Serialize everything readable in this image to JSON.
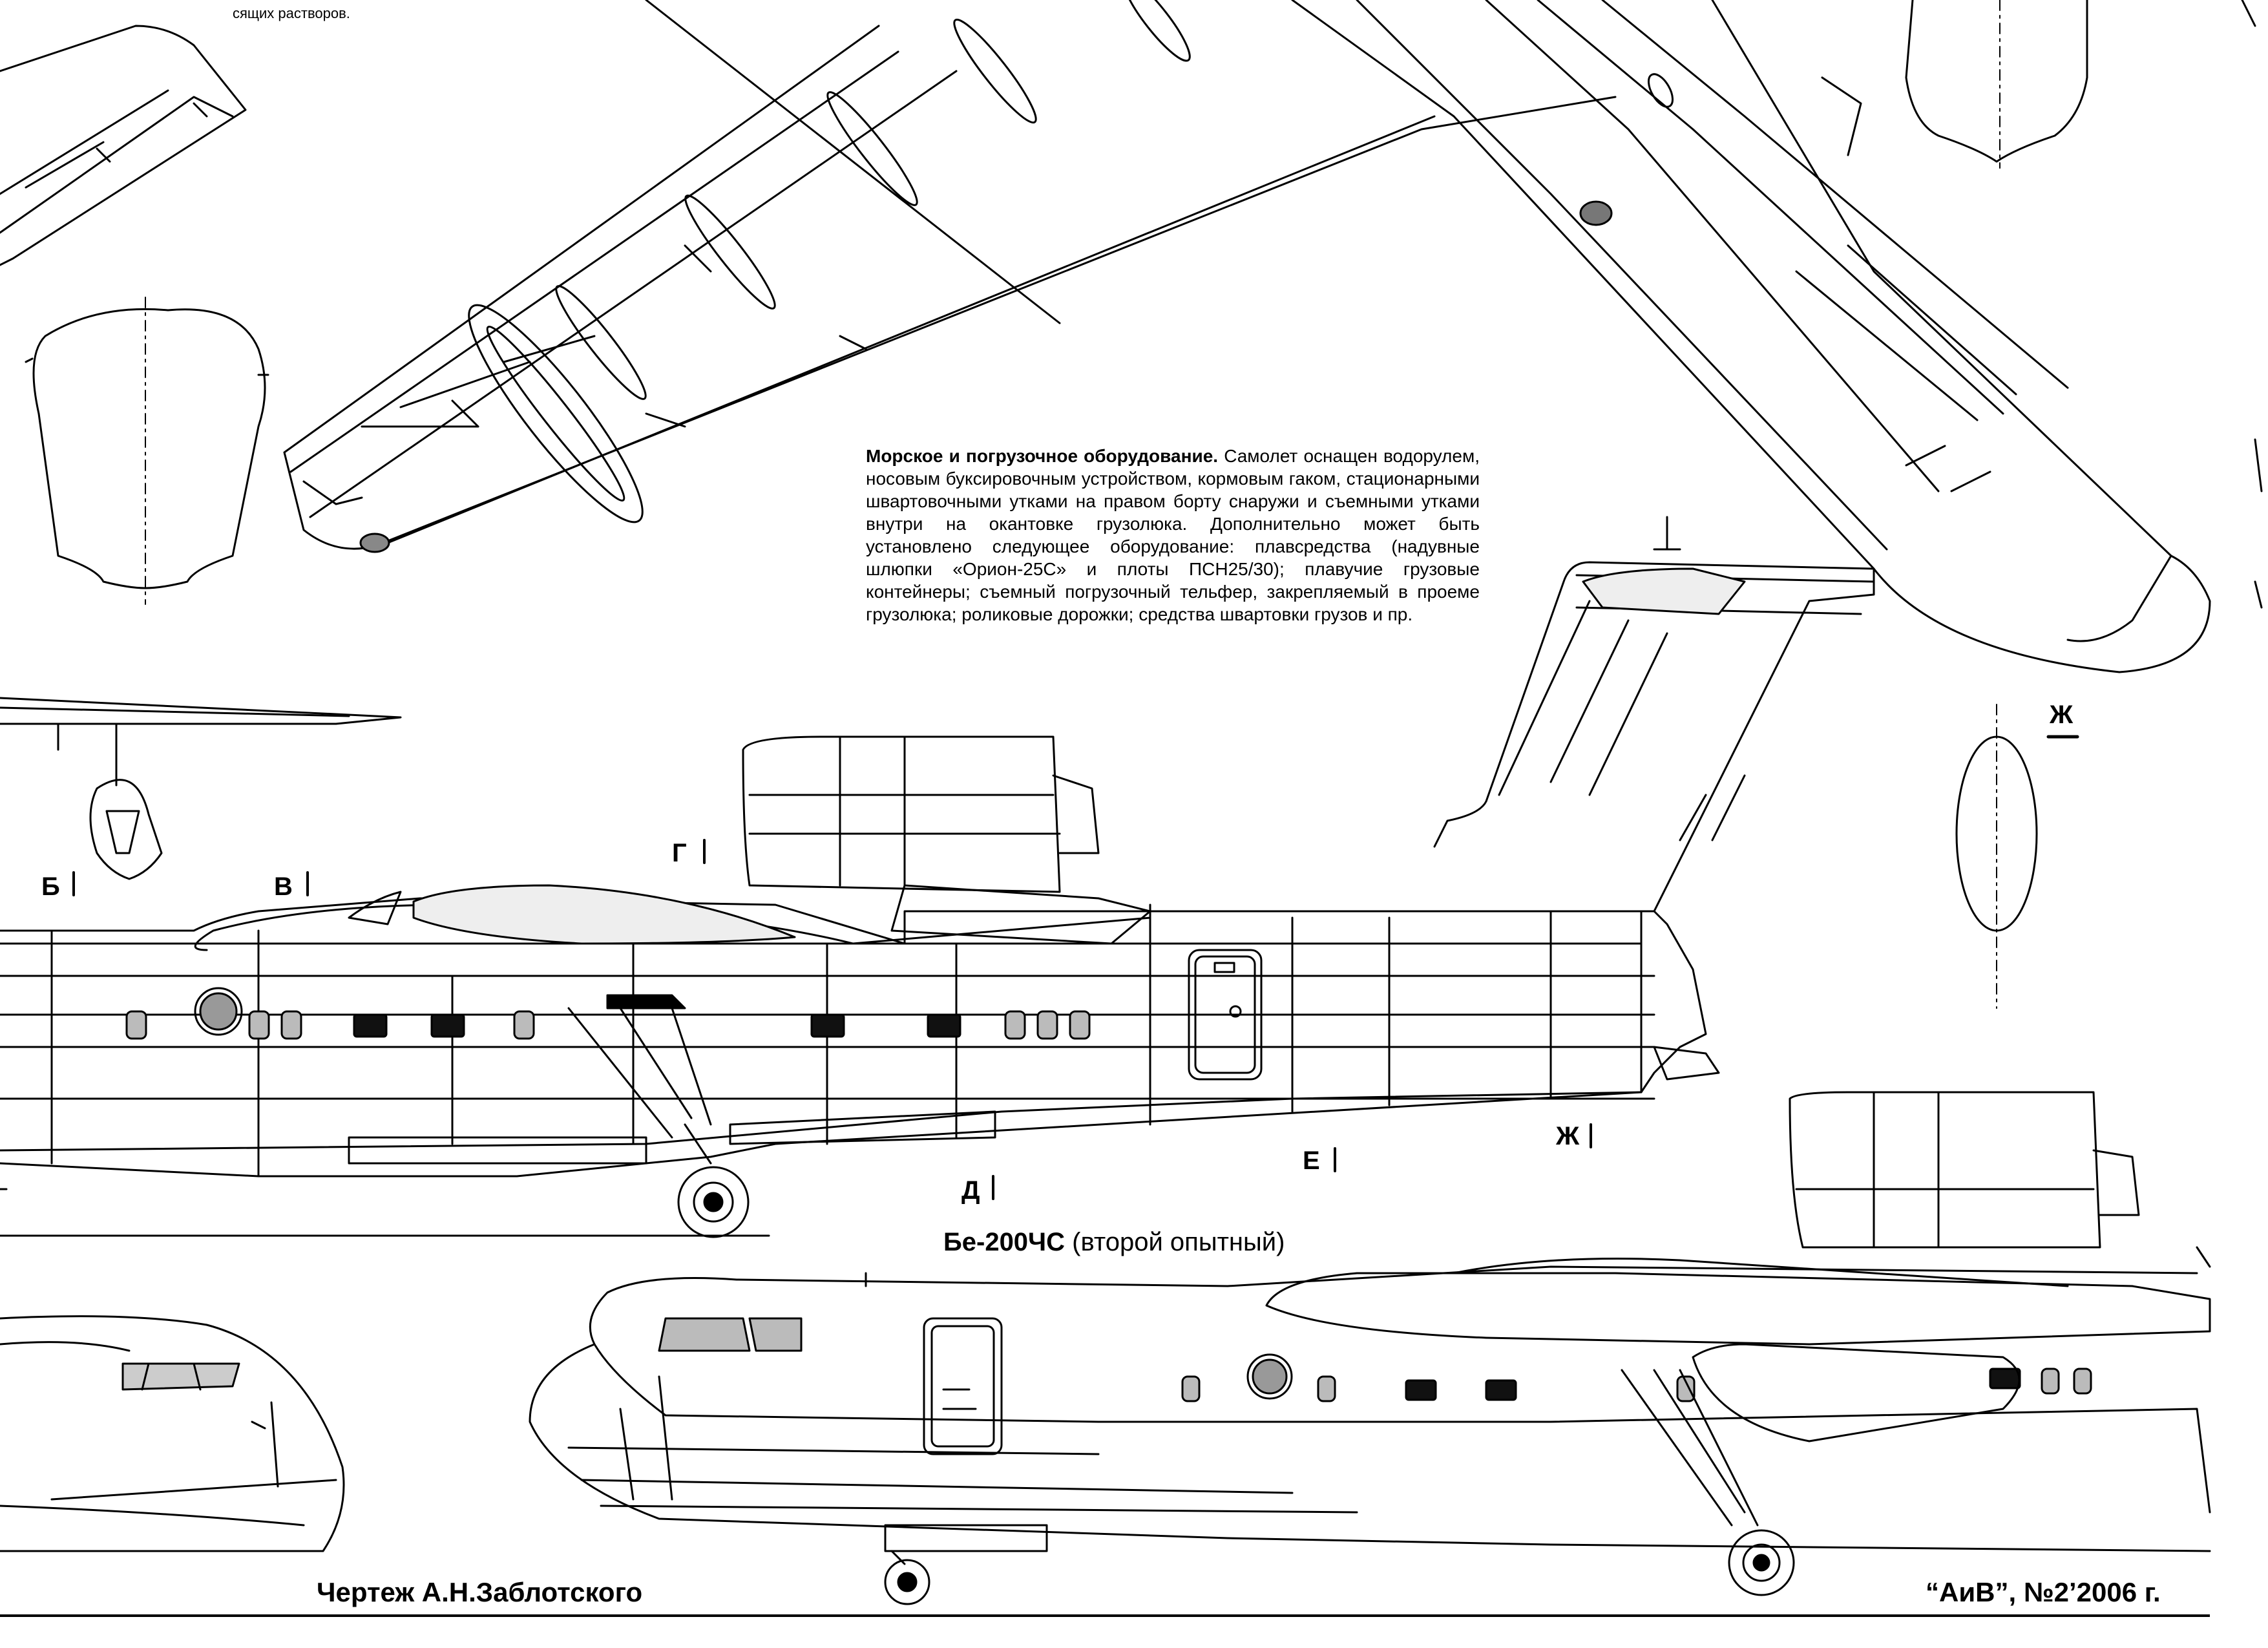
{
  "top_fragment": "сящих растворов.",
  "description": {
    "heading": "Морское и погрузочное оборудование.",
    "body": "Самолет оснащен водорулем, носовым буксировочным устройством, кормовым гаком, стационарными швартовочными утками на правом борту снаружи и съемными утками внутри на окантовке грузолюка. Дополнительно может быть установлено следующее оборудование: плавсредства (надувные шлюпки «Орион-25С» и плоты ПСН25/30); плавучие грузовые контейнеры; съемный погрузочный тельфер, закрепляемый в проеме грузолюка; роликовые дорожки; средства швартовки грузов и пр."
  },
  "section_labels": {
    "B": "Б",
    "V": "В",
    "G": "Г",
    "D": "Д",
    "E": "Е",
    "ZH_side": "Ж",
    "ZH_section": "Ж"
  },
  "title": {
    "name": "Бе-200ЧС",
    "subtitle": "(второй опытный)"
  },
  "credit": "Чертеж А.Н.Заблотского",
  "magazine": "“АиВ”, №2’2006 г."
}
